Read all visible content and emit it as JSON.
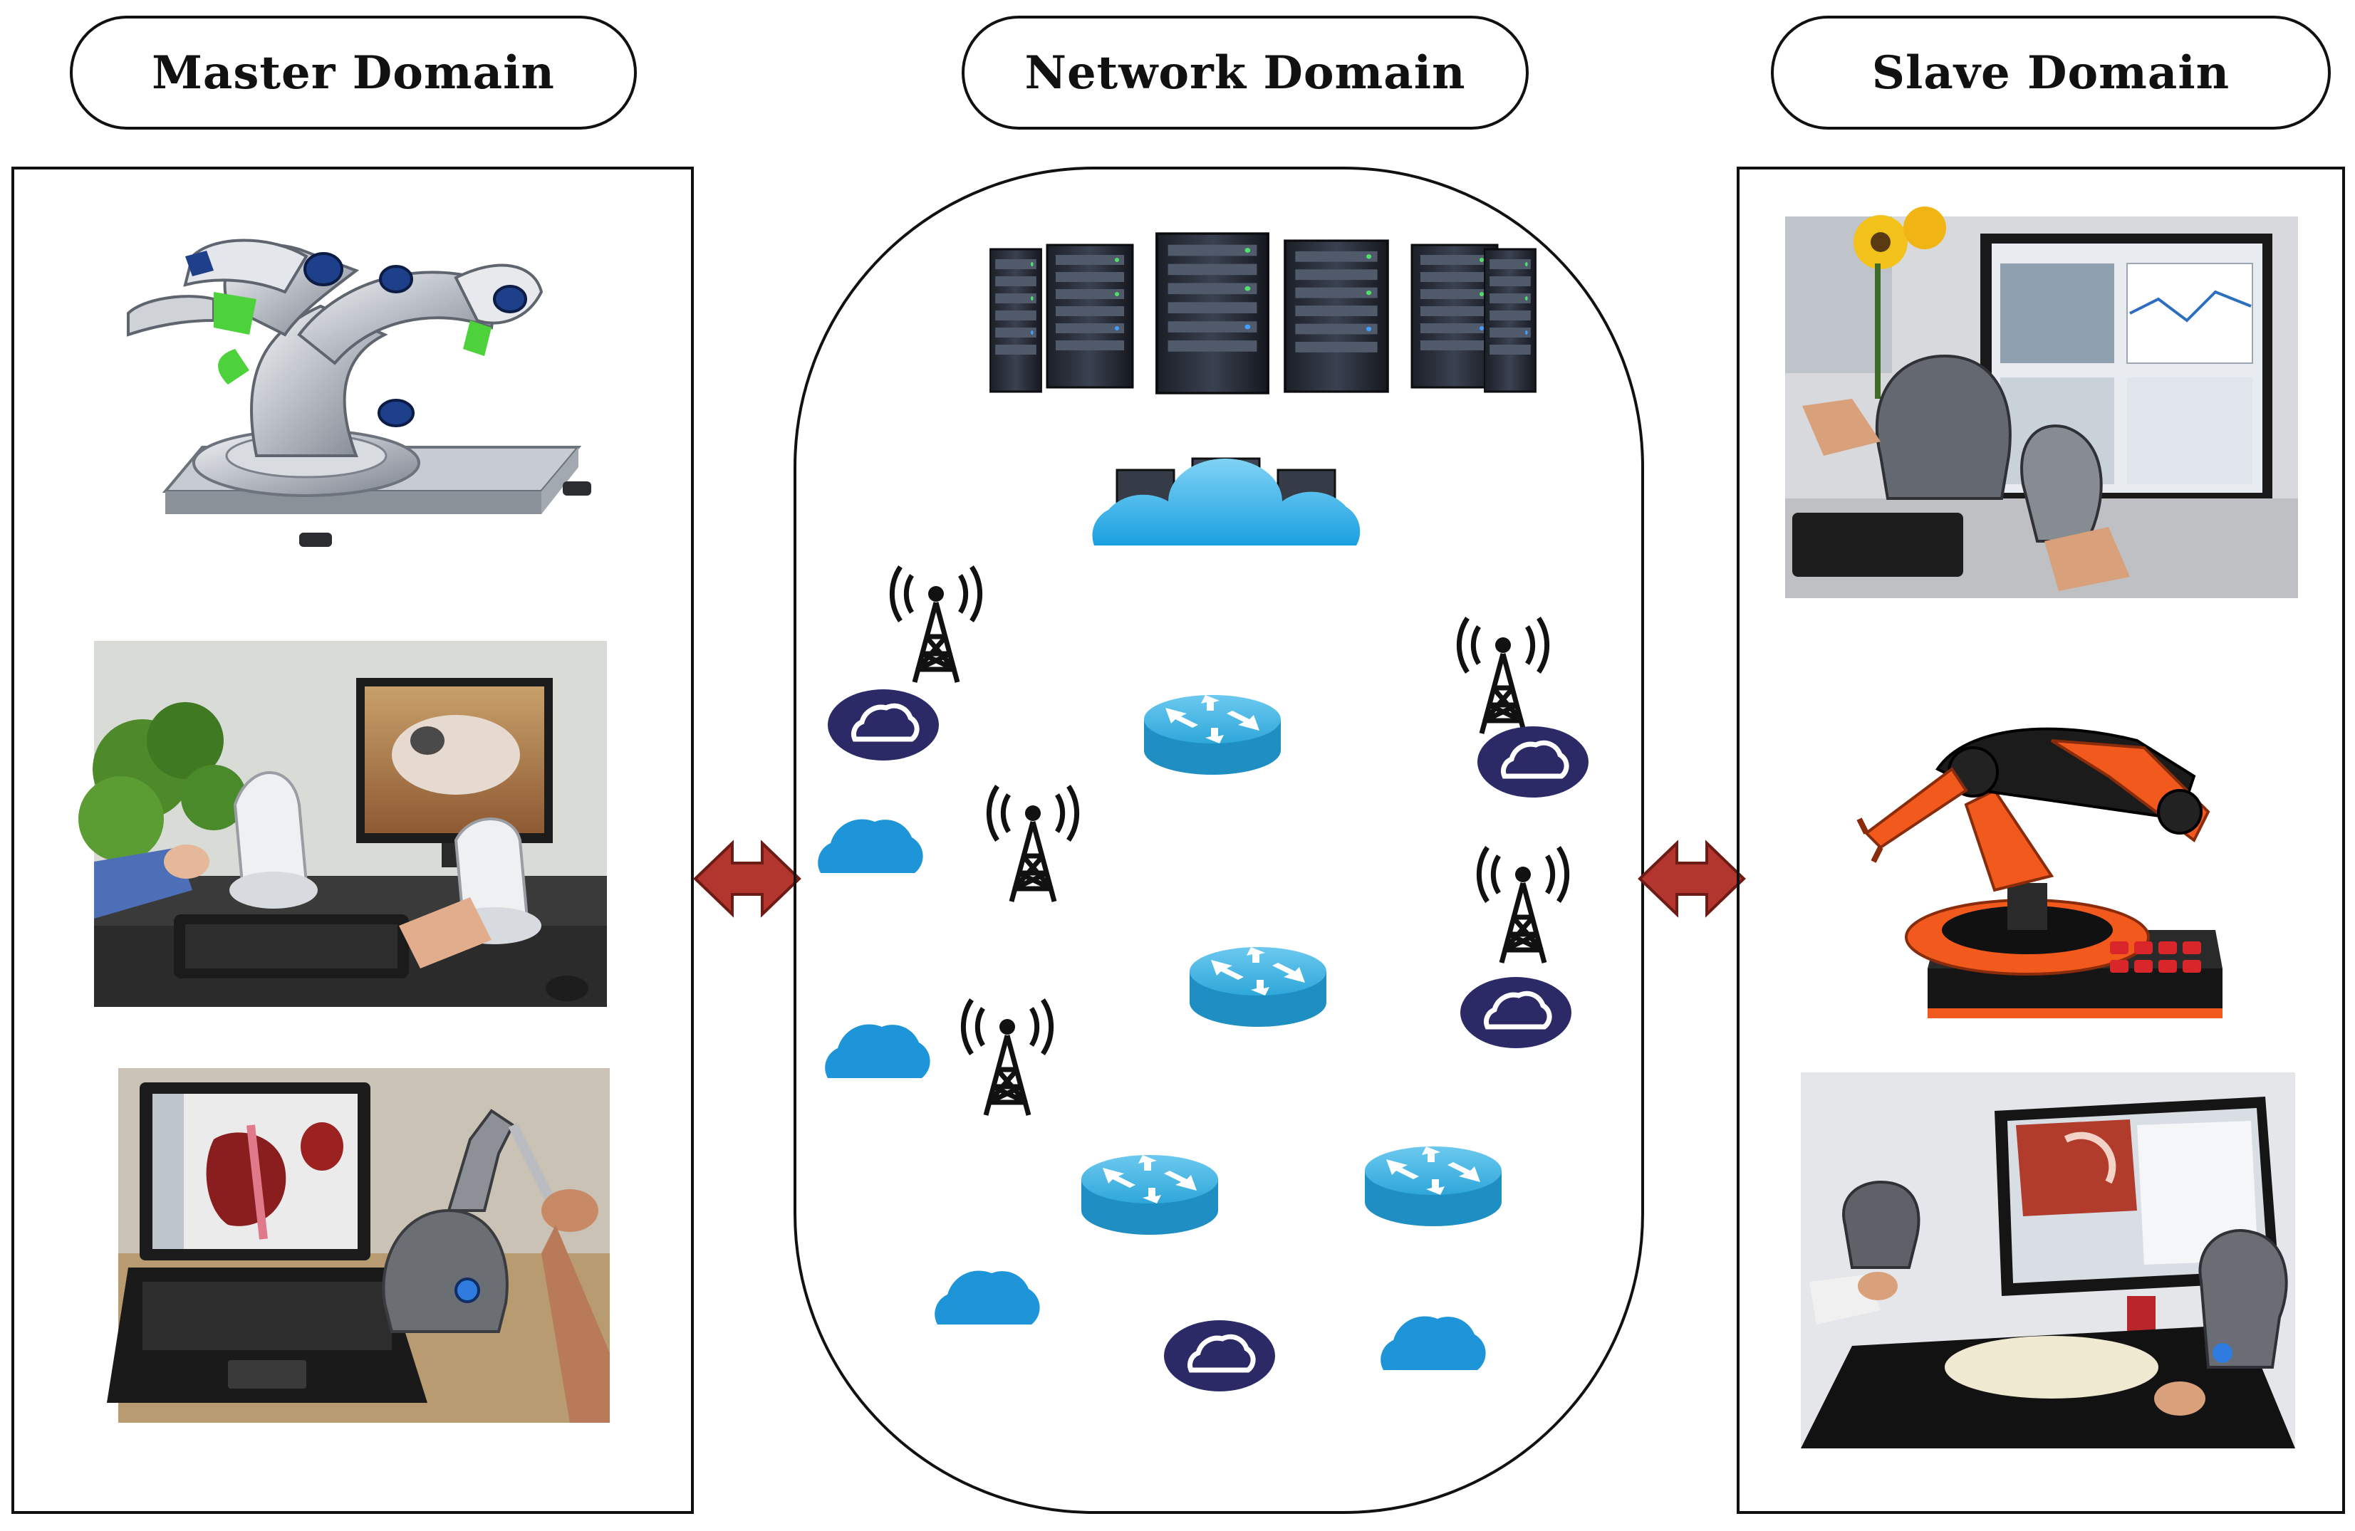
{
  "labels": {
    "master": "Master Domain",
    "network": "Network Domain",
    "slave": "Slave Domain"
  },
  "icons": {
    "server_rack": "server-rack-icon",
    "cloud_servers": "cloud-server-icon",
    "cell_tower": "cell-tower-icon",
    "router": "router-icon",
    "cloud": "cloud-icon",
    "cloud_badge": "cloud-badge-icon",
    "arrow": "double-arrow-icon"
  },
  "colors": {
    "router": "#32aee0",
    "cloud": "#1d95d8",
    "cloud_badge": "#2b2a66",
    "arrow": "#b2352e",
    "robot_orange": "#f25a1d",
    "frame": "#111111"
  }
}
